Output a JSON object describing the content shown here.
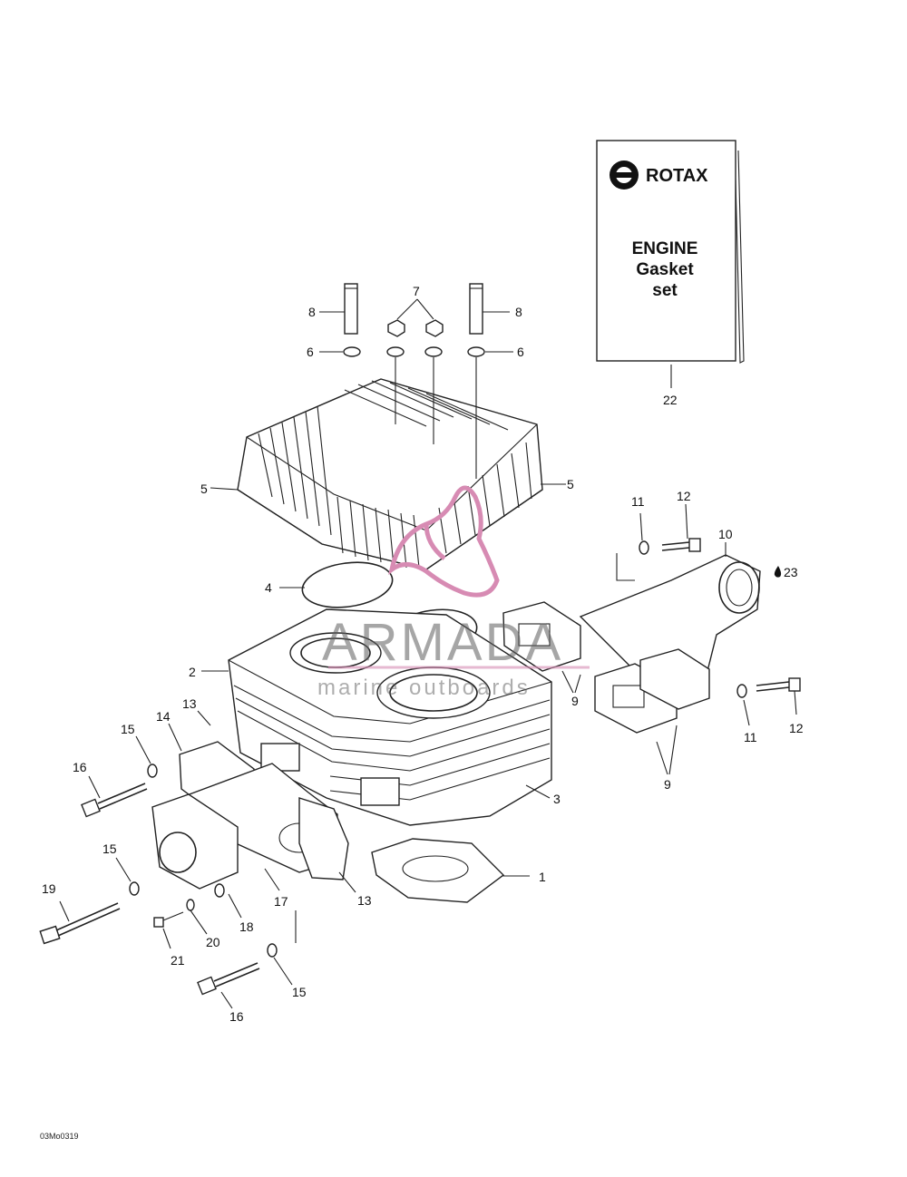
{
  "callouts": {
    "c1": "1",
    "c2": "2",
    "c3": "3",
    "c4": "4",
    "c5a": "5",
    "c5b": "5",
    "c6a": "6",
    "c6b": "6",
    "c7": "7",
    "c8a": "8",
    "c8b": "8",
    "c9a": "9",
    "c9b": "9",
    "c10": "10",
    "c11a": "11",
    "c11b": "11",
    "c12a": "12",
    "c12b": "12",
    "c13a": "13",
    "c13b": "13",
    "c14": "14",
    "c15a": "15",
    "c15b": "15",
    "c15c": "15",
    "c16a": "16",
    "c16b": "16",
    "c17": "17",
    "c18": "18",
    "c19": "19",
    "c20": "20",
    "c21": "21",
    "c22": "22",
    "c23": "23"
  },
  "gasket_set": {
    "brand": "ROTAX",
    "line1": "ENGINE",
    "line2": "Gasket",
    "line3": "set"
  },
  "watermark": {
    "name": "ARMADA",
    "tagline": "marine outboards",
    "color": "#d78bb3"
  },
  "diagram_code": "03Mo0319"
}
